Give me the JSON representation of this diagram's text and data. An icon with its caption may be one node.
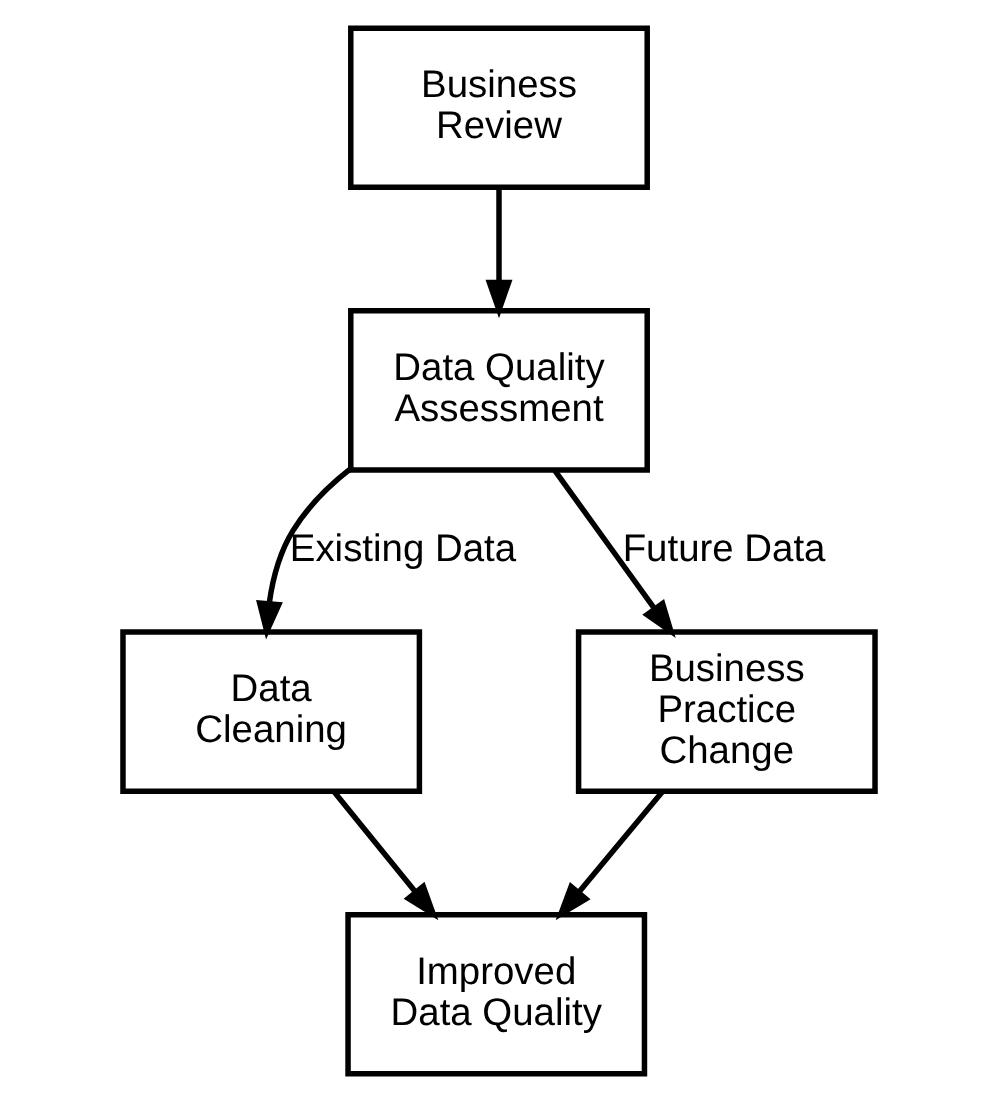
{
  "diagram": {
    "nodes": [
      {
        "text": [
          "Business Review"
        ]
      },
      {
        "text": [
          "Data Quality Assessment"
        ]
      },
      {
        "text": [
          "Data Cleaning"
        ]
      },
      {
        "text": [
          "Business Practice Change"
        ]
      },
      {
        "text": [
          "Improved Data Quality"
        ]
      }
    ],
    "edges": [
      {
        "from": 0,
        "to": 1,
        "arrow": "to"
      },
      {
        "from": 1,
        "to": 2,
        "arrow": "to",
        "label": "Existing Data"
      },
      {
        "from": 1,
        "to": 3,
        "arrow": "to",
        "label": "Future Data"
      },
      {
        "from": 2,
        "to": 4,
        "arrow": "to"
      },
      {
        "from": 3,
        "to": 4,
        "arrow": "to"
      }
    ]
  }
}
